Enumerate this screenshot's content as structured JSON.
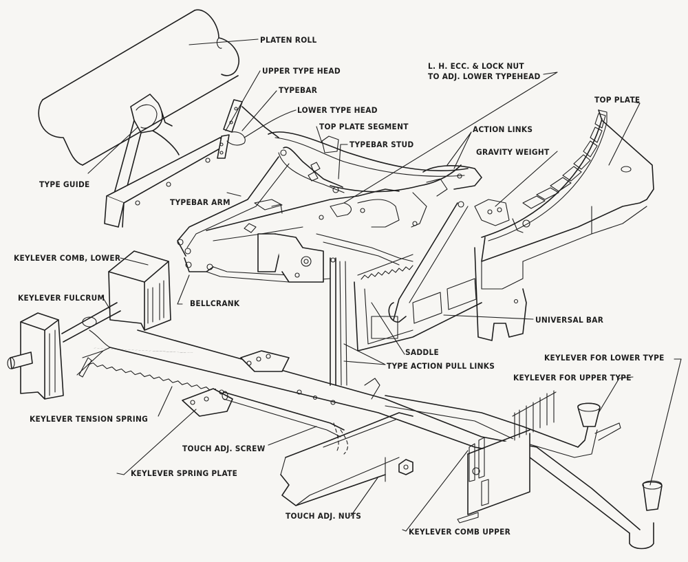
{
  "diagram": {
    "subject": "Typewriter type action mechanism (exploded isometric line drawing)",
    "labels": {
      "platen_roll": "PLATEN ROLL",
      "upper_type_head": "UPPER TYPE HEAD",
      "typebar": "TYPEBAR",
      "lower_type_head": "LOWER TYPE HEAD",
      "top_plate_segment": "TOP PLATE SEGMENT",
      "typebar_stud": "TYPEBAR STUD",
      "lh_ecc_line1": "L. H. ECC. & LOCK NUT",
      "lh_ecc_line2": "TO ADJ. LOWER TYPEHEAD",
      "top_plate": "TOP PLATE",
      "action_links": "ACTION LINKS",
      "gravity_weight": "GRAVITY WEIGHT",
      "type_guide": "TYPE GUIDE",
      "typebar_arm": "TYPEBAR ARM",
      "keylever_comb_lower": "KEYLEVER COMB, LOWER",
      "keylever_fulcrum": "KEYLEVER FULCRUM",
      "bellcrank": "BELLCRANK",
      "universal_bar": "UNIVERSAL BAR",
      "saddle": "SADDLE",
      "type_action_pull_links": "TYPE ACTION PULL LINKS",
      "keylever_for_lower_type": "KEYLEVER FOR LOWER TYPE",
      "keylever_for_upper_type": "KEYLEVER FOR UPPER TYPE",
      "keylever_tension_spring": "KEYLEVER TENSION SPRING",
      "touch_adj_screw": "TOUCH ADJ. SCREW",
      "keylever_spring_plate": "KEYLEVER SPRING PLATE",
      "touch_adj_nuts": "TOUCH ADJ. NUTS",
      "keylever_comb_upper": "KEYLEVER COMB UPPER"
    }
  }
}
